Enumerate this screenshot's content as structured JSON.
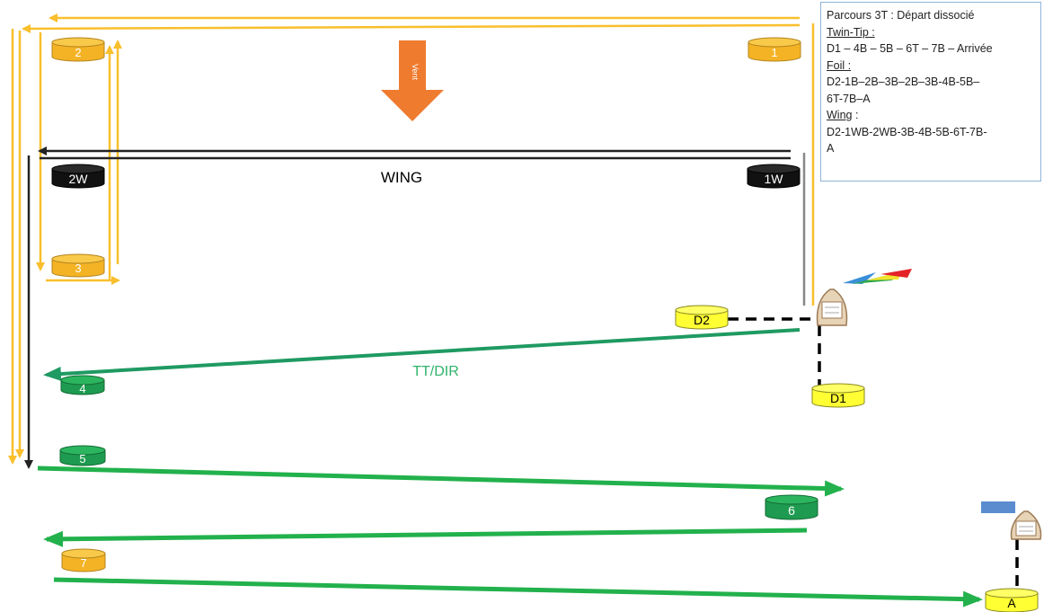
{
  "course": {
    "wind_label": "Vent",
    "wing_label": "WING",
    "tt_label": "TT/DIR",
    "buoys": {
      "b1": "1",
      "b2": "2",
      "b3": "3",
      "b4": "4",
      "b5": "5",
      "b6": "6",
      "b7": "7",
      "b1w": "1W",
      "b2w": "2W",
      "d1": "D1",
      "d2": "D2",
      "a": "A"
    }
  },
  "legend": {
    "title": "Parcours 3T : Départ dissocié",
    "twintip_head": "Twin-Tip :",
    "twintip_route": "D1 – 4B – 5B – 6T – 7B – Arrivée",
    "foil_head": "Foil :",
    "foil_route_1": "D2-1B–2B–3B–2B–3B-4B-5B–",
    "foil_route_2": "6T-7B–A",
    "wing_head": "Wing",
    "wing_colon": " :",
    "wing_route_1": "D2-1WB-2WB-3B-4B-5B-6T-7B-",
    "wing_route_2": "A"
  },
  "colors": {
    "orange_course": "#f9bf2c",
    "green_course": "#1f9a62",
    "black_course": "#222222",
    "buoy_orange": "#f4b325",
    "buoy_green": "#1e9b50",
    "buoy_black": "#111111",
    "buoy_yellow": "#ffff33",
    "wind_arrow": "#ef7b2f"
  }
}
